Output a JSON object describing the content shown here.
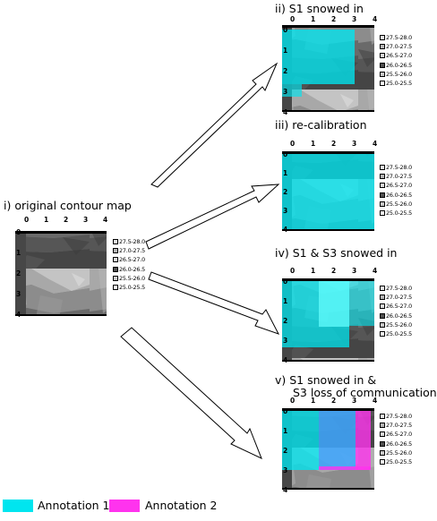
{
  "panels": [
    {
      "id": "orig",
      "title": "i) original contour map",
      "title_line2": ""
    },
    {
      "id": "p2",
      "title": "ii) S1 snowed in",
      "title_line2": ""
    },
    {
      "id": "p3",
      "title": "iii) re-calibration",
      "title_line2": ""
    },
    {
      "id": "p4",
      "title": "iv) S1 & S3 snowed in",
      "title_line2": ""
    },
    {
      "id": "p5",
      "title": "v) S1 snowed in  &",
      "title_line2": "S3 loss of communication"
    }
  ],
  "axis_ticks": [
    "0",
    "1",
    "2",
    "3",
    "4"
  ],
  "legend_ranges": [
    "27.5-28.0",
    "27.0-27.5",
    "26.5-27.0",
    "26.0-26.5",
    "25.5-26.0",
    "25.0-25.5"
  ],
  "legend_colors": [
    "#e4e4e4",
    "#b4b4b4",
    "#dadada",
    "#505050",
    "#c8c8c8",
    "#ffffff"
  ],
  "annotations": [
    {
      "label": "Annotation 1",
      "color": "#00e5ef"
    },
    {
      "label": "Annotation 2",
      "color": "#ff33ee"
    }
  ]
}
